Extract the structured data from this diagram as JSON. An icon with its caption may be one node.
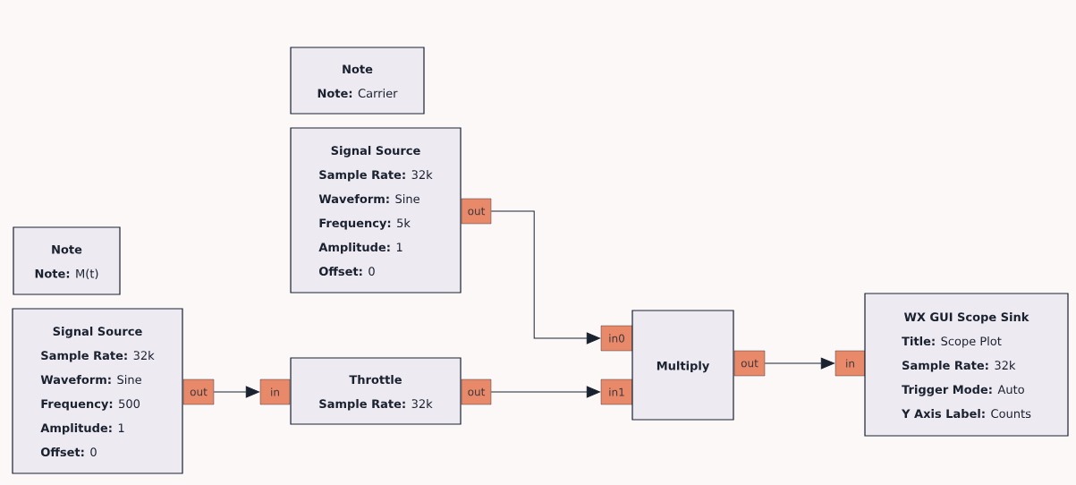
{
  "diagram": {
    "nodes": [
      {
        "text": [
          "Note",
          "**Note:** Carrier"
        ]
      },
      {
        "text": [
          "Signal Source",
          "**Sample Rate:** 32k",
          "**Waveform:** Sine",
          "**Frequency:** 5k",
          "**Amplitude:** 1",
          "**Offset:** 0"
        ]
      },
      {
        "text": [
          "out"
        ]
      },
      {
        "text": [
          "Note",
          "**Note:** M(t)"
        ]
      },
      {
        "text": [
          "Signal Source",
          "**Sample Rate:** 32k",
          "**Waveform:** Sine",
          "**Frequency:** 500",
          "**Amplitude:** 1",
          "**Offset:** 0"
        ]
      },
      {
        "text": [
          "out"
        ]
      },
      {
        "text": [
          "in"
        ]
      },
      {
        "text": [
          "Throttle",
          "**Sample Rate:** 32k"
        ]
      },
      {
        "text": [
          "out"
        ]
      },
      {
        "text": [
          "in0"
        ]
      },
      {
        "text": [
          "in1"
        ]
      },
      {
        "text": [
          "Multiply"
        ]
      },
      {
        "text": [
          "out"
        ]
      },
      {
        "text": [
          "in"
        ]
      },
      {
        "text": [
          "WX GUI Scope Sink",
          "**Title:** Scope Plot",
          "**Sample Rate:** 32k",
          "**Trigger Mode:** Auto",
          "**Y Axis Label:** Counts"
        ]
      }
    ],
    "edges": [
      {
        "from": 2,
        "to": 9,
        "arrow": "to"
      },
      {
        "from": 5,
        "to": 6,
        "arrow": "to"
      },
      {
        "from": 8,
        "to": 10,
        "arrow": "to"
      },
      {
        "from": 12,
        "to": 13,
        "arrow": "to"
      }
    ]
  }
}
